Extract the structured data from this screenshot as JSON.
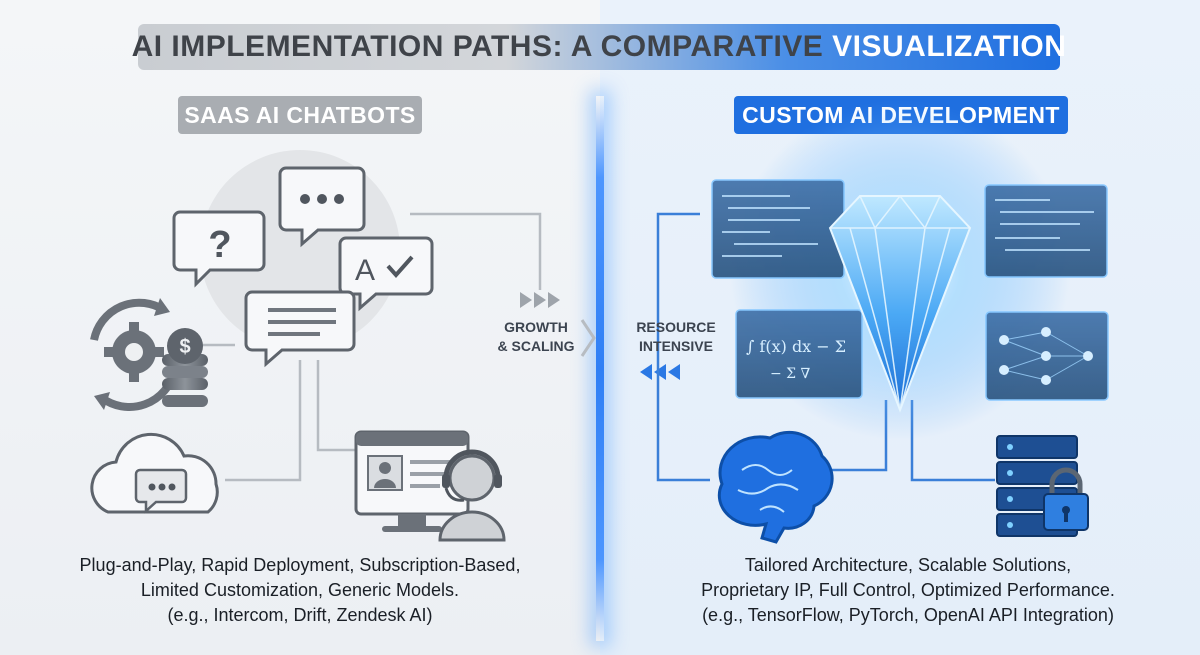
{
  "title": {
    "part_dark": "AI IMPLEMENTATION PATHS: A COMPARATIVE ",
    "part_light": "VISUALIZATION"
  },
  "left": {
    "heading": "SAAS AI CHATBOTS",
    "caption_line1": "Plug-and-Play, Rapid Deployment, Subscription-Based,",
    "caption_line2": "Limited Customization, Generic Models.",
    "caption_line3": "(e.g., Intercom, Drift, Zendesk AI)",
    "icons": [
      "question-bubble-icon",
      "ellipsis-bubble-icon",
      "translate-check-bubble-icon",
      "text-lines-bubble-icon",
      "gear-cycle-icon",
      "coin-stack-icon",
      "cloud-chat-icon",
      "support-agent-screen-icon"
    ]
  },
  "right": {
    "heading": "CUSTOM AI DEVELOPMENT",
    "caption_line1": "Tailored Architecture, Scalable Solutions,",
    "caption_line2": "Proprietary IP, Full Control, Optimized Performance.",
    "caption_line3": "(e.g., TensorFlow, PyTorch, OpenAI API Integration)",
    "icons": [
      "diamond-icon",
      "code-panel-icon",
      "formula-panel-icon",
      "neural-network-panel-icon",
      "brain-circuit-icon",
      "server-lock-icon"
    ]
  },
  "center": {
    "growth_line1": "GROWTH",
    "growth_line2": "& SCALING",
    "resource_line1": "RESOURCE",
    "resource_line2": "INTENSIVE"
  },
  "colors": {
    "accent_blue": "#1f6fe0",
    "neutral_gray": "#a9adb2",
    "glow_blue": "#6cc4ff"
  }
}
